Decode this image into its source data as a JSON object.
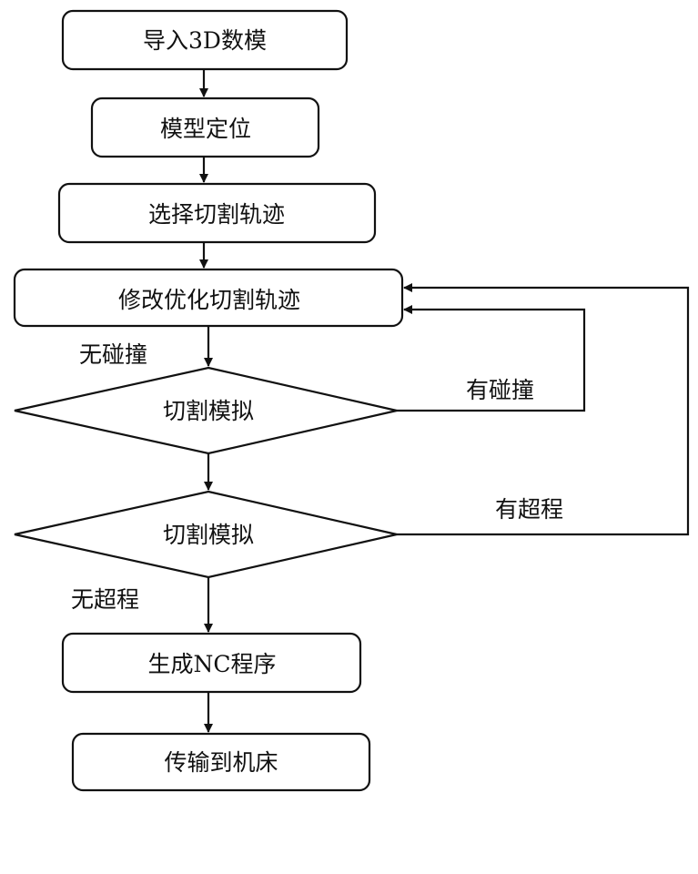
{
  "diagram": {
    "nodes": {
      "import_model": "导入3D数模",
      "model_position": "模型定位",
      "select_path": "选择切割轨迹",
      "modify_path": "修改优化切割轨迹",
      "simulate_1": "切割模拟",
      "simulate_2": "切割模拟",
      "generate_nc": "生成NC程序",
      "transfer": "传输到机床"
    },
    "edges": {
      "no_collision": "无碰撞",
      "has_collision": "有碰撞",
      "has_overtravel": "有超程",
      "no_overtravel": "无超程"
    }
  }
}
